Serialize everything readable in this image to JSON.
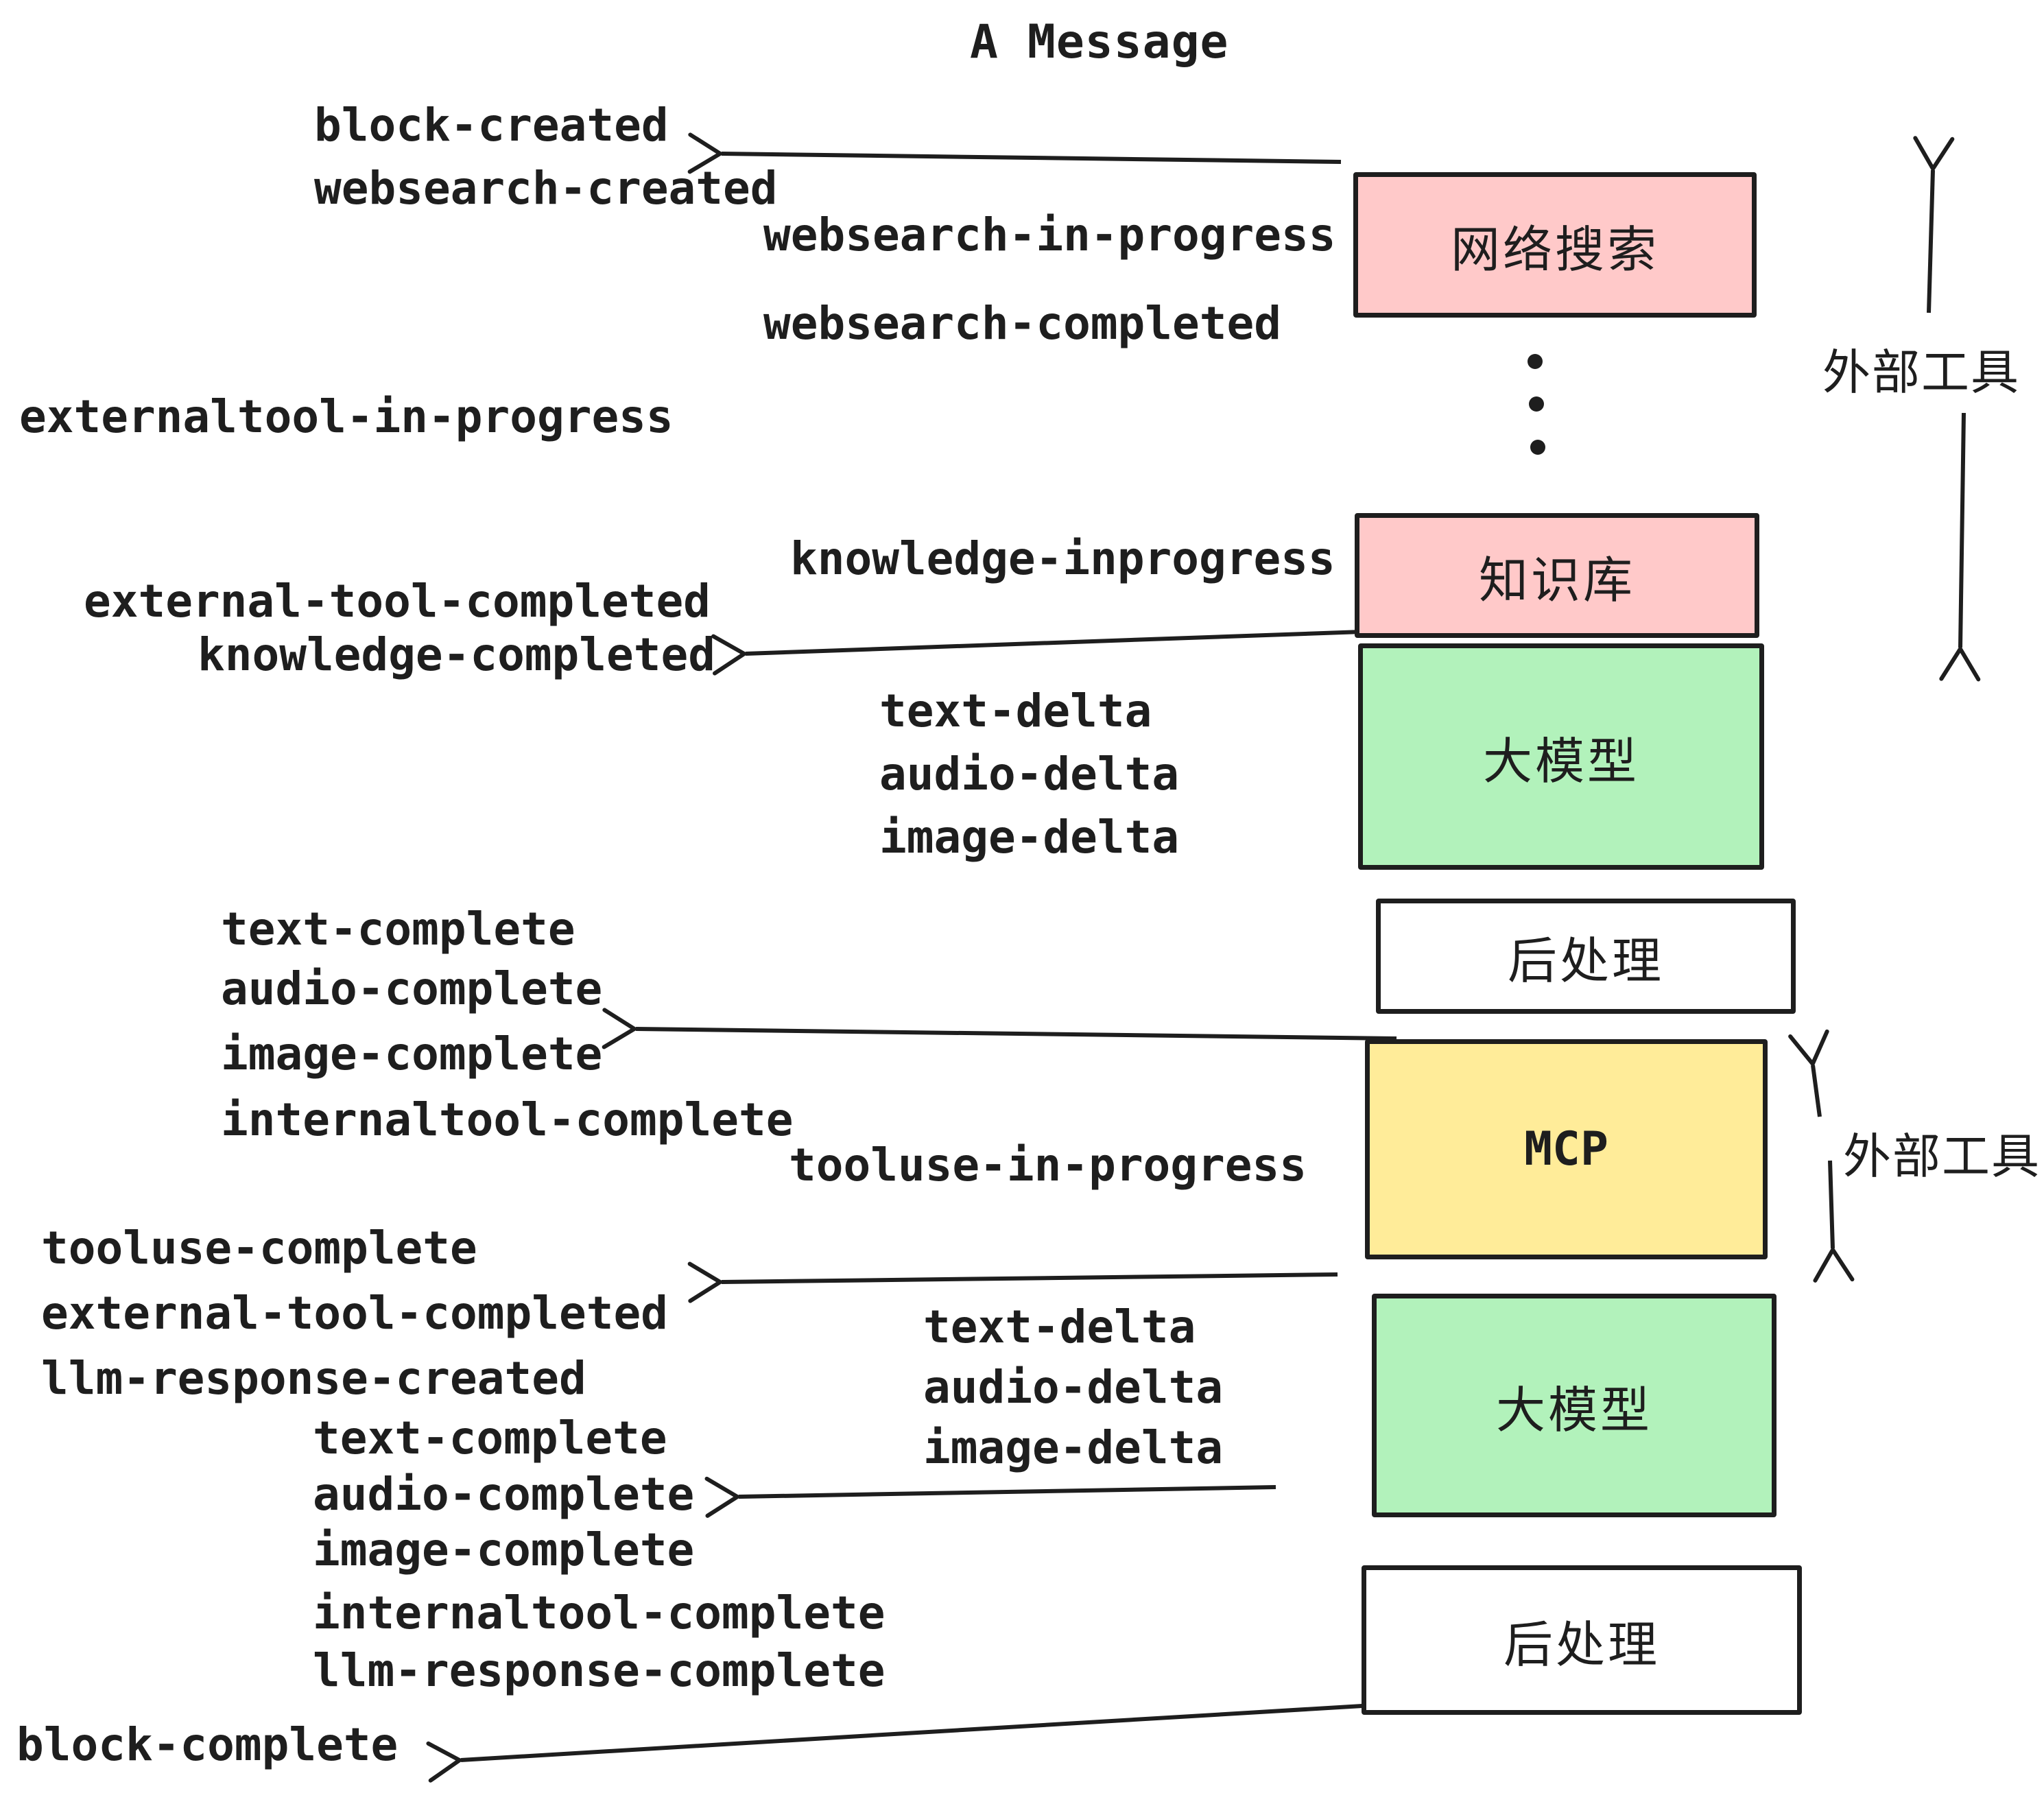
{
  "title": "A Message",
  "colors": {
    "box_pink": "#ffc9c9",
    "box_green": "#b2f2bb",
    "box_yellow": "#ffec99",
    "box_white": "#ffffff",
    "stroke": "#1e1e1e"
  },
  "boxes": [
    {
      "id": "websearch",
      "label": "网络搜索",
      "color": "#ffc9c9"
    },
    {
      "id": "knowledge",
      "label": "知识库",
      "color": "#ffc9c9"
    },
    {
      "id": "llm-1",
      "label": "大模型",
      "color": "#b2f2bb"
    },
    {
      "id": "post-1",
      "label": "后处理",
      "color": "#ffffff"
    },
    {
      "id": "mcp",
      "label": "MCP",
      "color": "#ffec99"
    },
    {
      "id": "llm-2",
      "label": "大模型",
      "color": "#b2f2bb"
    },
    {
      "id": "post-2",
      "label": "后处理",
      "color": "#ffffff"
    }
  ],
  "side_annotations": [
    {
      "label": "外部工具"
    },
    {
      "label": "外部工具"
    }
  ],
  "events": {
    "block_created": "block-created",
    "websearch_created": "websearch-created",
    "websearch_in_progress": "websearch-in-progress",
    "websearch_completed": "websearch-completed",
    "externaltool_in_progress": "externaltool-in-progress",
    "knowledge_inprogress": "knowledge-inprogress",
    "external_tool_completed_1": "external-tool-completed",
    "knowledge_completed": "knowledge-completed",
    "text_delta_1": "text-delta",
    "audio_delta_1": "audio-delta",
    "image_delta_1": "image-delta",
    "text_complete_1": "text-complete",
    "audio_complete_1": "audio-complete",
    "image_complete_1": "image-complete",
    "internaltool_complete_1": "internaltool-complete",
    "tooluse_in_progress": "tooluse-in-progress",
    "tooluse_complete": "tooluse-complete",
    "external_tool_completed_2": "external-tool-completed",
    "llm_response_created": "llm-response-created",
    "text_complete_2": "text-complete",
    "audio_complete_2": "audio-complete",
    "image_complete_2": "image-complete",
    "internaltool_complete_2": "internaltool-complete",
    "llm_response_complete": "llm-response-complete",
    "block_complete": "block-complete"
  }
}
